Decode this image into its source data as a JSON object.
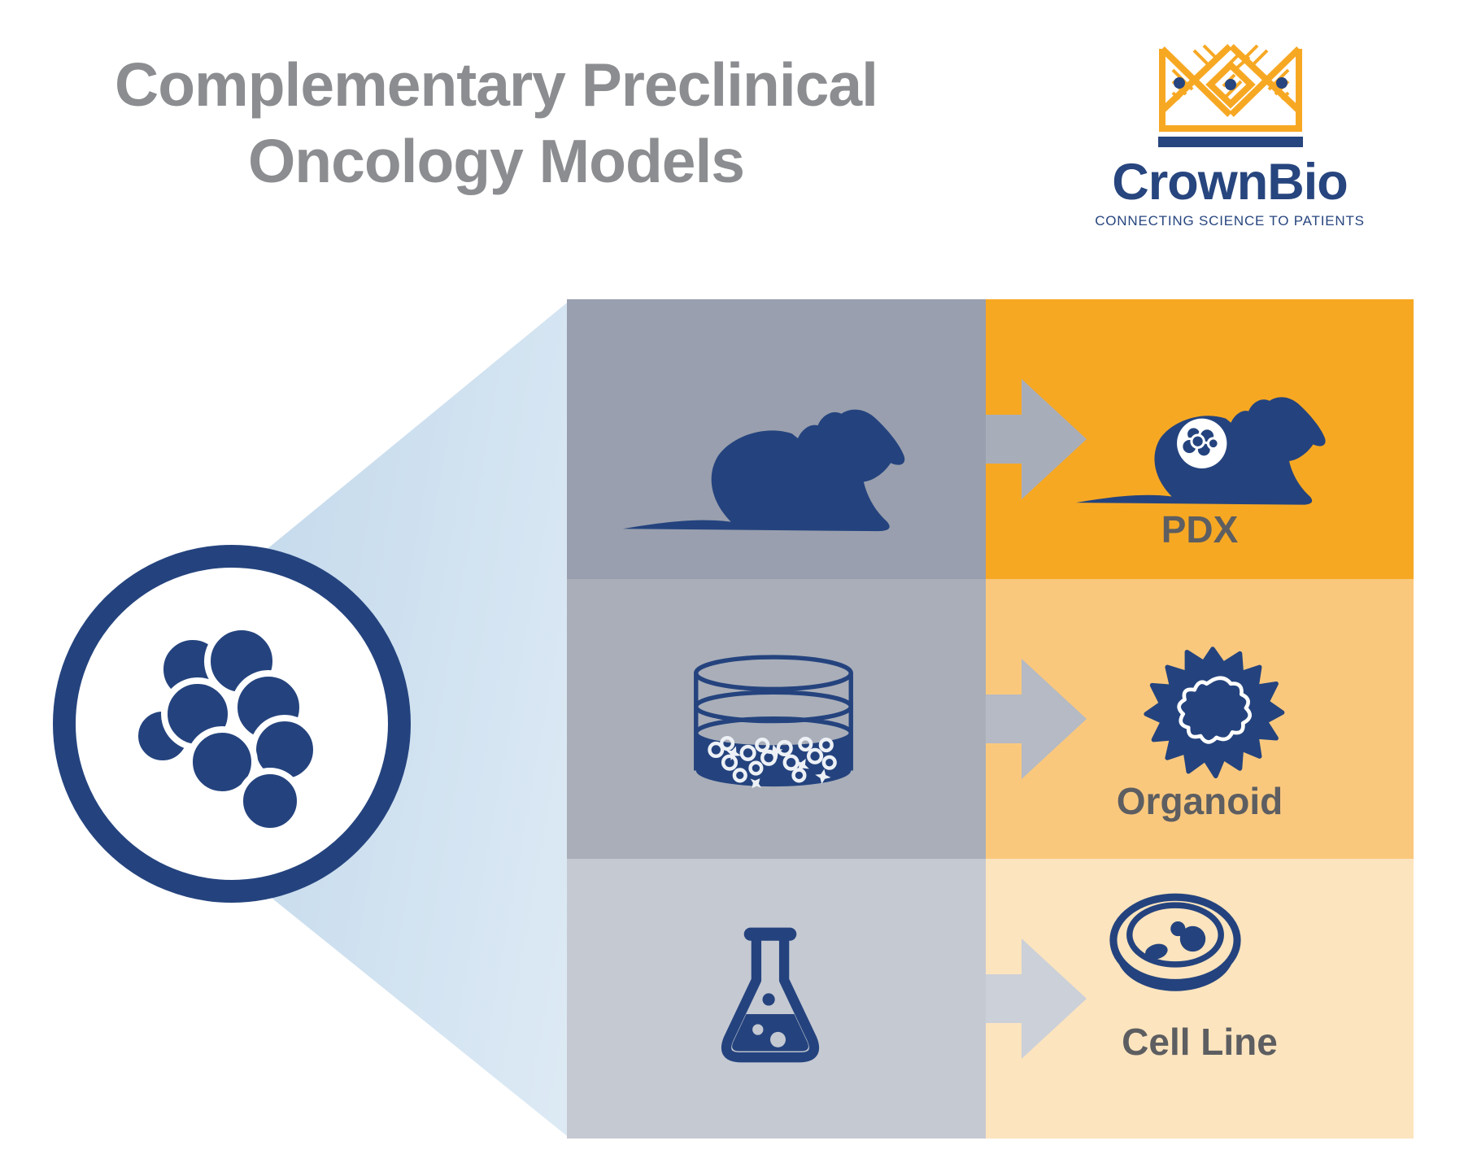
{
  "title": {
    "line1": "Complementary Preclinical",
    "line2": "Oncology Models"
  },
  "logo": {
    "name": "CrownBio",
    "tagline": "CONNECTING SCIENCE TO PATIENTS",
    "crown_icon": "crown-icon",
    "colors": {
      "orange": "#F7A823",
      "navy": "#27457E"
    }
  },
  "diagram": {
    "origin": {
      "icon": "tumor-cell-cluster-circle"
    },
    "rows": [
      {
        "label": "PDX",
        "source_icon": "lab-mouse-icon",
        "target_icon": "pdx-mouse-tumor-icon",
        "source_panel_color": "#999FAE",
        "panel_color": "#F7A823",
        "arrow_color": "#A8ADBA"
      },
      {
        "label": "Organoid",
        "source_icon": "organoid-culture-dish-icon",
        "target_icon": "organoid-icon",
        "source_panel_color": "#A9AEB9",
        "panel_color": "#FAC87D",
        "arrow_color": "#B5BAC4"
      },
      {
        "label": "Cell Line",
        "source_icon": "erlenmeyer-flask-icon",
        "target_icon": "petri-dish-cells-icon",
        "source_panel_color": "#C5C9D2",
        "panel_color": "#FCE4BE",
        "arrow_color": "#CCD0D8"
      }
    ]
  },
  "colors": {
    "icon_navy": "#24437E",
    "title_gray": "#8B8D90",
    "label_gray": "#5D5E61",
    "funnel_blue": "#B7D1E7"
  }
}
